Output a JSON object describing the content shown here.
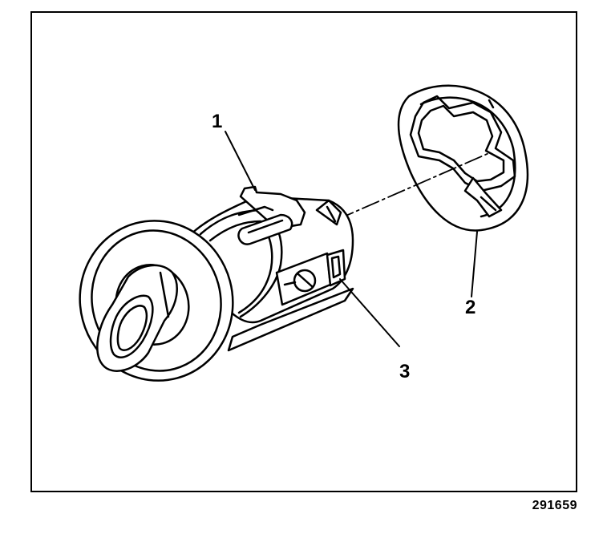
{
  "diagram": {
    "callouts": {
      "c1": "1",
      "c2": "2",
      "c3": "3"
    },
    "figure_number": "291659"
  },
  "colors": {
    "line": "#000000",
    "background": "#ffffff"
  },
  "parts": [
    "lock-cylinder",
    "bezel-cap",
    "retaining-tab",
    "ignition-key"
  ]
}
